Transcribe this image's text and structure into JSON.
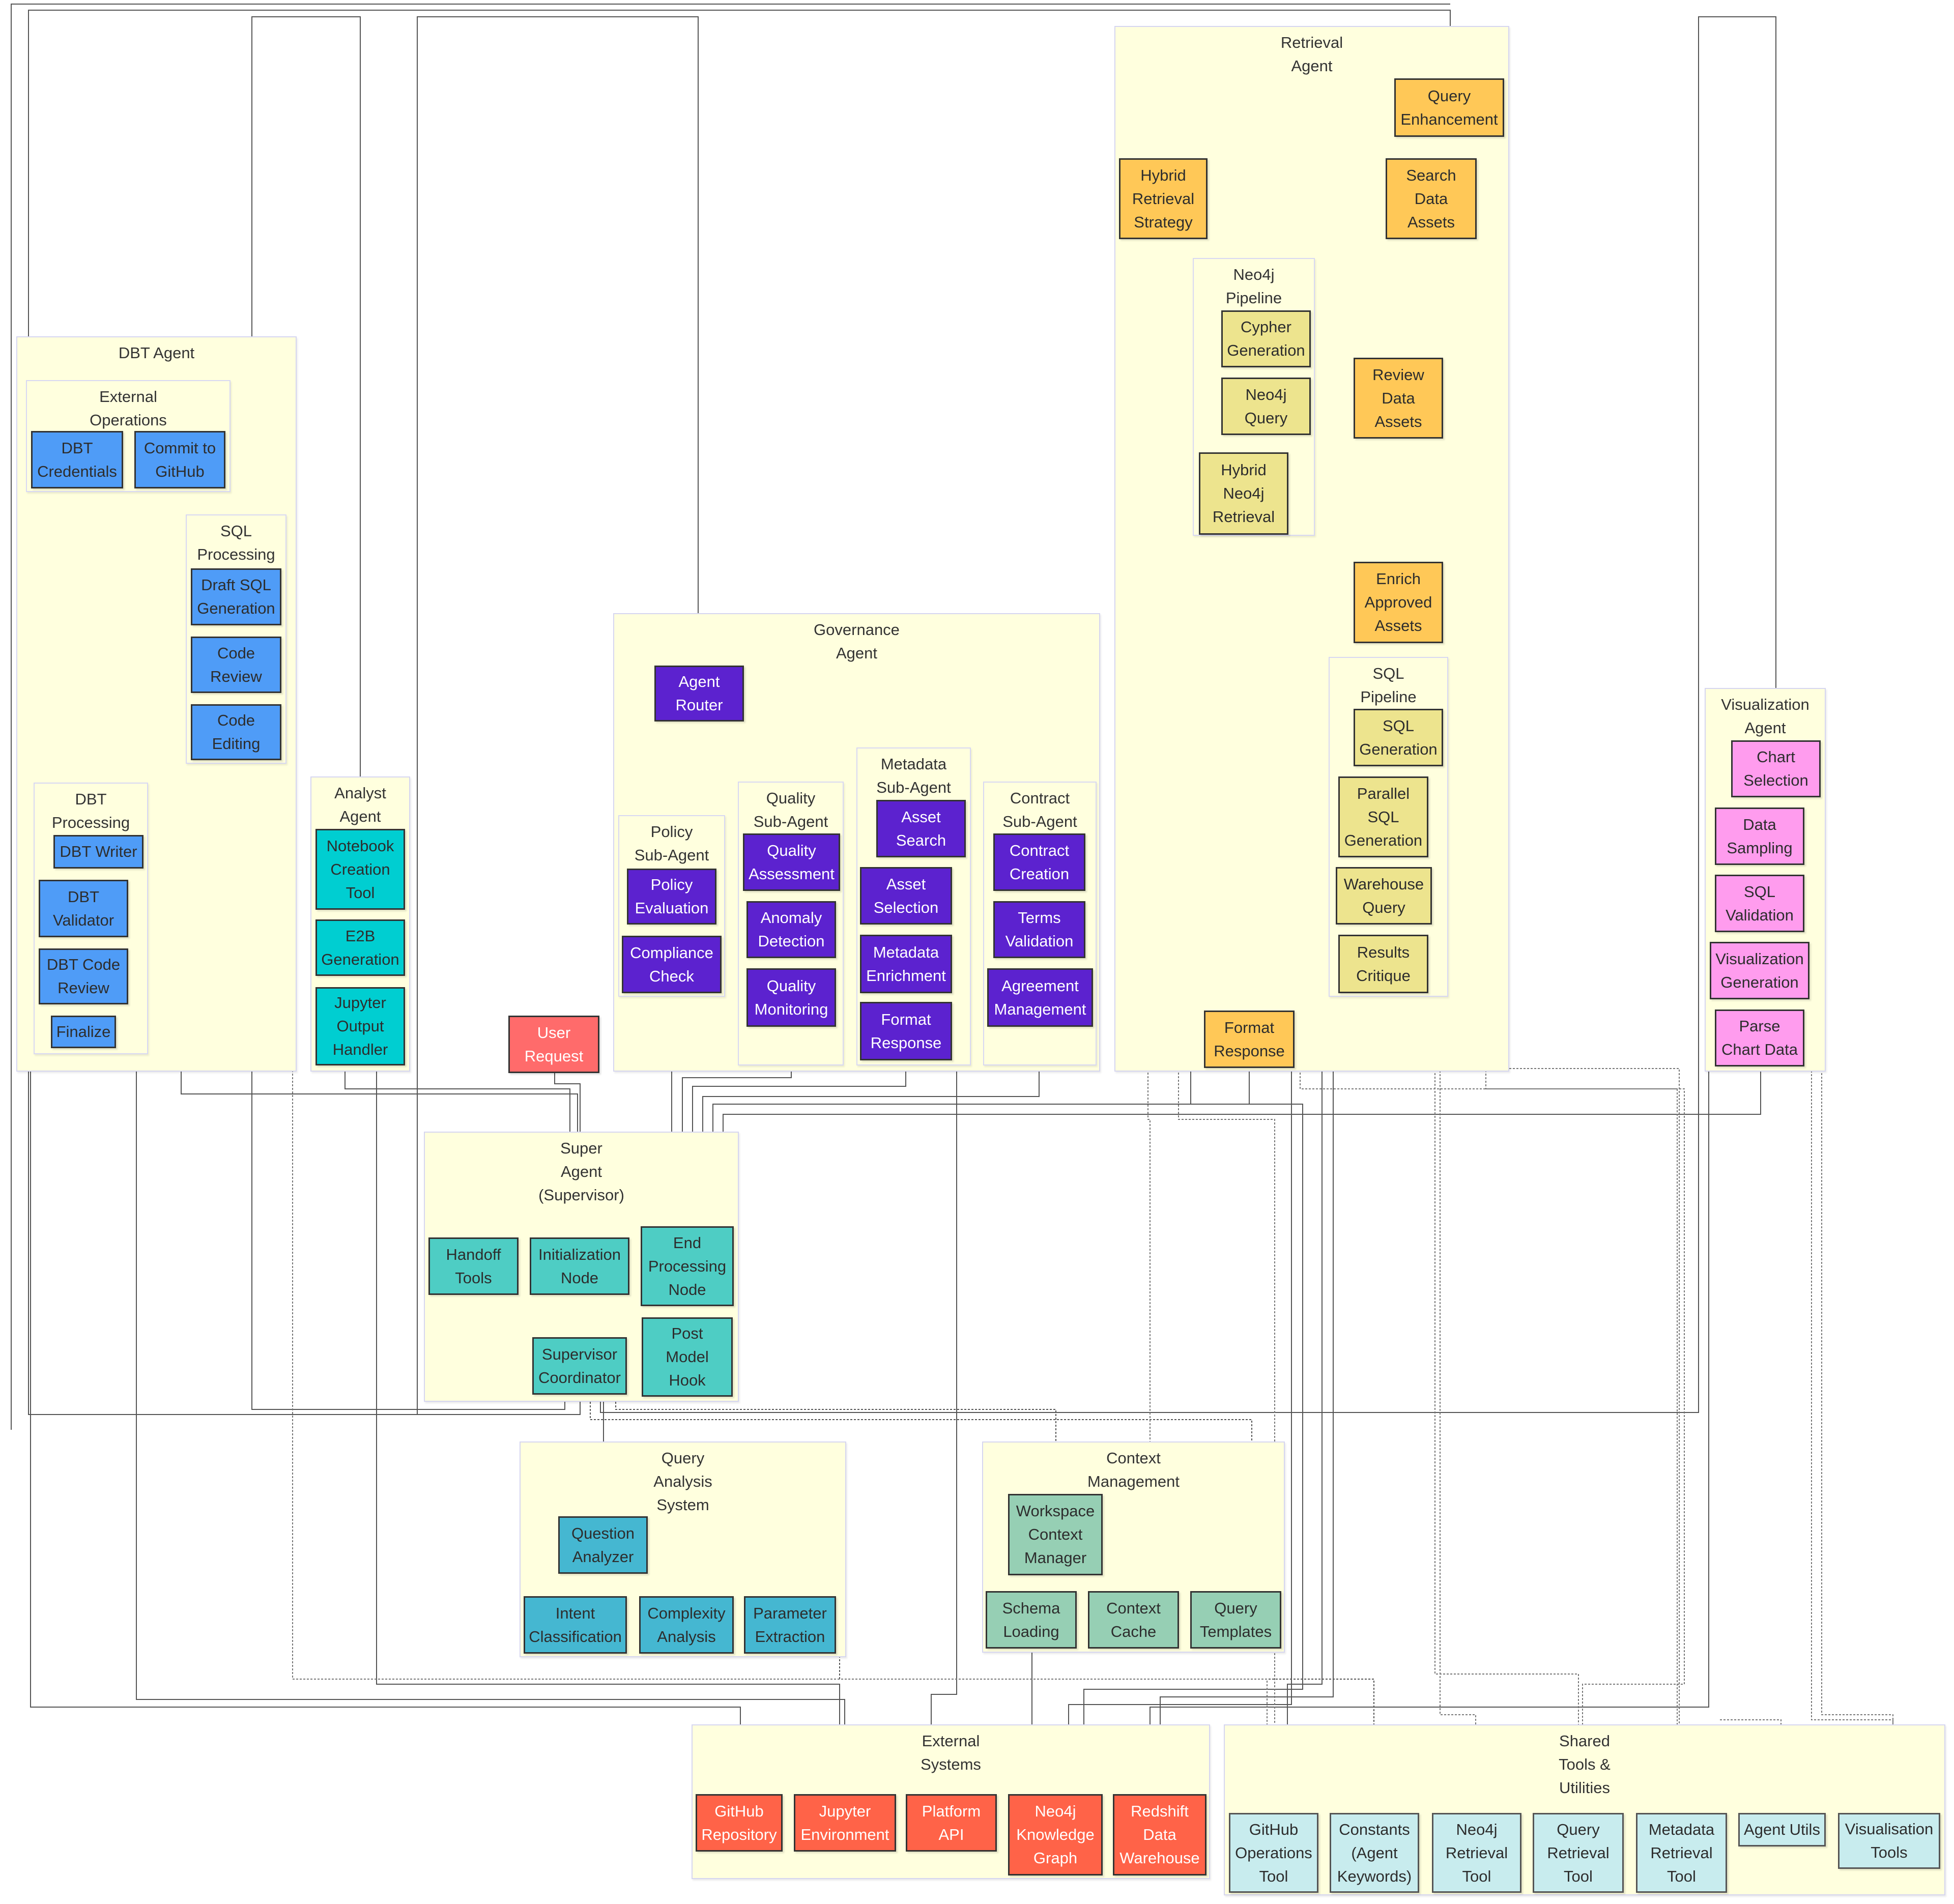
{
  "diagram": {
    "type": "flowchart",
    "colors": {
      "cluster_fill": "#ffffde",
      "dbt": "#4f9cf7",
      "analyst": "#00ced1",
      "governance": "#5c22cf",
      "user_request": "#ff6b6b",
      "super_agent": "#4ecdc4",
      "retrieval": "#ffc857",
      "retrieval_pipeline": "#ede48e",
      "visualization": "#ff9cee",
      "query_analysis": "#45b7d1",
      "context": "#96cfb4",
      "external": "#ff6348",
      "shared_tools": "#c8ecee"
    }
  },
  "clusters": {
    "dbt_agent": "DBT Agent",
    "external_operations": "External\nOperations",
    "sql_processing": "SQL\nProcessing",
    "dbt_processing": "DBT\nProcessing",
    "analyst_agent": "Analyst\nAgent",
    "governance_agent": "Governance\nAgent",
    "policy_sub_agent": "Policy\nSub-Agent",
    "quality_sub_agent": "Quality\nSub-Agent",
    "metadata_sub_agent": "Metadata\nSub-Agent",
    "contract_sub_agent": "Contract\nSub-Agent",
    "super_agent": "Super\nAgent\n(Supervisor)",
    "retrieval_agent": "Retrieval\nAgent",
    "neo4j_pipeline": "Neo4j\nPipeline",
    "sql_pipeline": "SQL\nPipeline",
    "visualization_agent": "Visualization\nAgent",
    "query_analysis_system": "Query\nAnalysis\nSystem",
    "context_management": "Context\nManagement",
    "external_systems": "External\nSystems",
    "shared_tools": "Shared\nTools &\nUtilities"
  },
  "nodes": {
    "dbt_credentials": "DBT\nCredentials",
    "commit_to_github": "Commit to\nGitHub",
    "draft_sql_generation": "Draft SQL\nGeneration",
    "code_review": "Code\nReview",
    "code_editing": "Code\nEditing",
    "dbt_writer": "DBT Writer",
    "dbt_validator": "DBT\nValidator",
    "dbt_code_review": "DBT Code\nReview",
    "finalize": "Finalize",
    "notebook_creation_tool": "Notebook\nCreation\nTool",
    "e2b_generation": "E2B\nGeneration",
    "jupyter_output_handler": "Jupyter\nOutput\nHandler",
    "agent_router": "Agent\nRouter",
    "policy_evaluation": "Policy\nEvaluation",
    "compliance_check": "Compliance\nCheck",
    "quality_assessment": "Quality\nAssessment",
    "anomaly_detection": "Anomaly\nDetection",
    "quality_monitoring": "Quality\nMonitoring",
    "asset_search": "Asset\nSearch",
    "asset_selection": "Asset\nSelection",
    "metadata_enrichment": "Metadata\nEnrichment",
    "metadata_format_response": "Format\nResponse",
    "contract_creation": "Contract\nCreation",
    "terms_validation": "Terms\nValidation",
    "agreement_management": "Agreement\nManagement",
    "user_request": "User\nRequest",
    "handoff_tools": "Handoff\nTools",
    "initialization_node": "Initialization\nNode",
    "end_processing_node": "End\nProcessing\nNode",
    "post_model_hook": "Post\nModel\nHook",
    "supervisor_coordinator": "Supervisor\nCoordinator",
    "query_enhancement": "Query\nEnhancement",
    "hybrid_retrieval_strategy": "Hybrid\nRetrieval\nStrategy",
    "search_data_assets": "Search\nData\nAssets",
    "cypher_generation": "Cypher\nGeneration",
    "neo4j_query": "Neo4j\nQuery",
    "hybrid_neo4j_retrieval": "Hybrid\nNeo4j\nRetrieval",
    "review_data_assets": "Review\nData\nAssets",
    "enrich_approved_assets": "Enrich\nApproved\nAssets",
    "sql_generation": "SQL\nGeneration",
    "parallel_sql_generation": "Parallel\nSQL\nGeneration",
    "warehouse_query": "Warehouse\nQuery",
    "results_critique": "Results\nCritique",
    "retrieval_format_response": "Format\nResponse",
    "chart_selection": "Chart\nSelection",
    "data_sampling": "Data\nSampling",
    "sql_validation": "SQL\nValidation",
    "visualization_generation": "Visualization\nGeneration",
    "parse_chart_data": "Parse\nChart Data",
    "question_analyzer": "Question\nAnalyzer",
    "intent_classification": "Intent\nClassification",
    "complexity_analysis": "Complexity\nAnalysis",
    "parameter_extraction": "Parameter\nExtraction",
    "workspace_context_manager": "Workspace\nContext\nManager",
    "schema_loading": "Schema\nLoading",
    "context_cache": "Context\nCache",
    "query_templates": "Query\nTemplates",
    "github_repository": "GitHub\nRepository",
    "jupyter_environment": "Jupyter\nEnvironment",
    "platform_api": "Platform\nAPI",
    "neo4j_knowledge_graph": "Neo4j\nKnowledge\nGraph",
    "redshift_data_warehouse": "Redshift\nData\nWarehouse",
    "github_operations_tool": "GitHub\nOperations\nTool",
    "constants_agent_keywords": "Constants\n(Agent\nKeywords)",
    "neo4j_retrieval_tool": "Neo4j\nRetrieval\nTool",
    "query_retrieval_tool": "Query\nRetrieval\nTool",
    "metadata_retrieval_tool": "Metadata\nRetrieval\nTool",
    "agent_utils": "Agent Utils",
    "visualisation_tools": "Visualisation\nTools"
  }
}
